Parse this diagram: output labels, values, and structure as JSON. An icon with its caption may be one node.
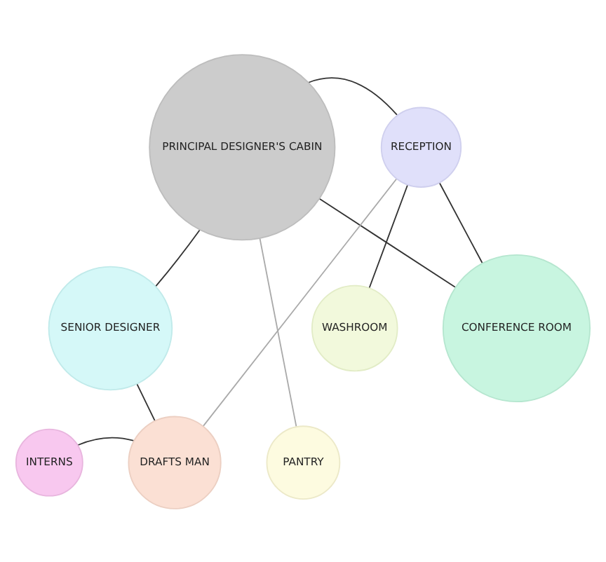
{
  "diagram": {
    "nodes": [
      {
        "text": [
          "PRINCIPAL DESIGNER'S CABIN"
        ]
      },
      {
        "text": [
          "RECEPTION"
        ]
      },
      {
        "text": [
          "CONFERENCE ROOM"
        ]
      },
      {
        "text": [
          "SENIOR DESIGNER"
        ]
      },
      {
        "text": [
          "WASHROOM"
        ]
      },
      {
        "text": [
          "DRAFTS MAN"
        ]
      },
      {
        "text": [
          "PANTRY"
        ]
      },
      {
        "text": [
          "INTERNS"
        ]
      }
    ],
    "edges": [
      {
        "from": 0,
        "to": 1,
        "arrow": "none"
      },
      {
        "from": 1,
        "to": 5,
        "arrow": "none",
        "color": "#aaaaaa"
      },
      {
        "from": 1,
        "to": 4,
        "arrow": "none"
      },
      {
        "from": 1,
        "to": 2,
        "arrow": "none"
      },
      {
        "from": 0,
        "to": 3,
        "arrow": "none"
      },
      {
        "from": 0,
        "to": 6,
        "arrow": "none",
        "color": "#aaaaaa"
      },
      {
        "from": 0,
        "to": 2,
        "arrow": "none"
      },
      {
        "from": 3,
        "to": 5,
        "arrow": "none"
      },
      {
        "from": 7,
        "to": 5,
        "arrow": "none"
      }
    ]
  }
}
